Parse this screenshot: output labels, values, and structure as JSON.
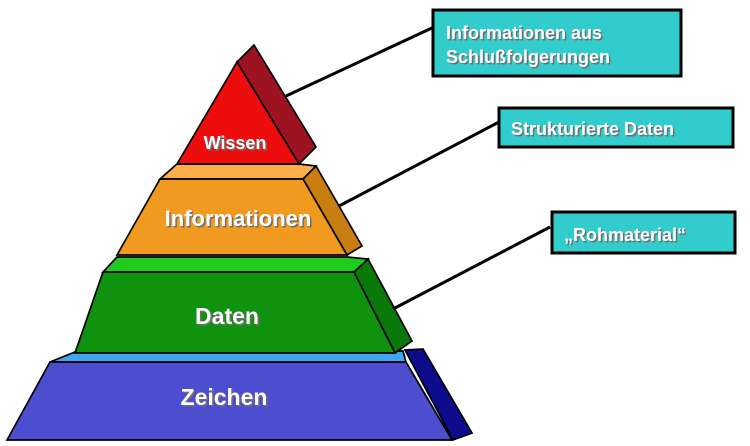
{
  "pyramid": {
    "label_color": "#FFFFFF",
    "levels": [
      {
        "id": "wissen",
        "label": "Wissen",
        "front": "#EE0D0D",
        "side": "#9E1322"
      },
      {
        "id": "informationen",
        "label": "Informationen",
        "front": "#F09A20",
        "top": "#FBAE4A",
        "side": "#C97E12"
      },
      {
        "id": "daten",
        "label": "Daten",
        "front": "#0F930F",
        "top": "#1ECB1E",
        "side": "#097A09"
      },
      {
        "id": "zeichen",
        "label": "Zeichen",
        "front": "#4C4ECF",
        "top": "#42A5F2",
        "side": "#0C0C8C"
      }
    ]
  },
  "callouts": [
    {
      "lines": [
        "Informationen aus",
        "Schlußfolgerungen"
      ],
      "fill": "#33CCCC",
      "text_color": "#FFFFFF",
      "points_to": "Wissen"
    },
    {
      "lines": [
        "Strukturierte Daten"
      ],
      "fill": "#33CCCC",
      "text_color": "#FFFFFF",
      "points_to": "Informationen"
    },
    {
      "lines": [
        "„Rohmaterial“"
      ],
      "fill": "#33CCCC",
      "text_color": "#FFFFFF",
      "points_to": "Daten"
    }
  ]
}
